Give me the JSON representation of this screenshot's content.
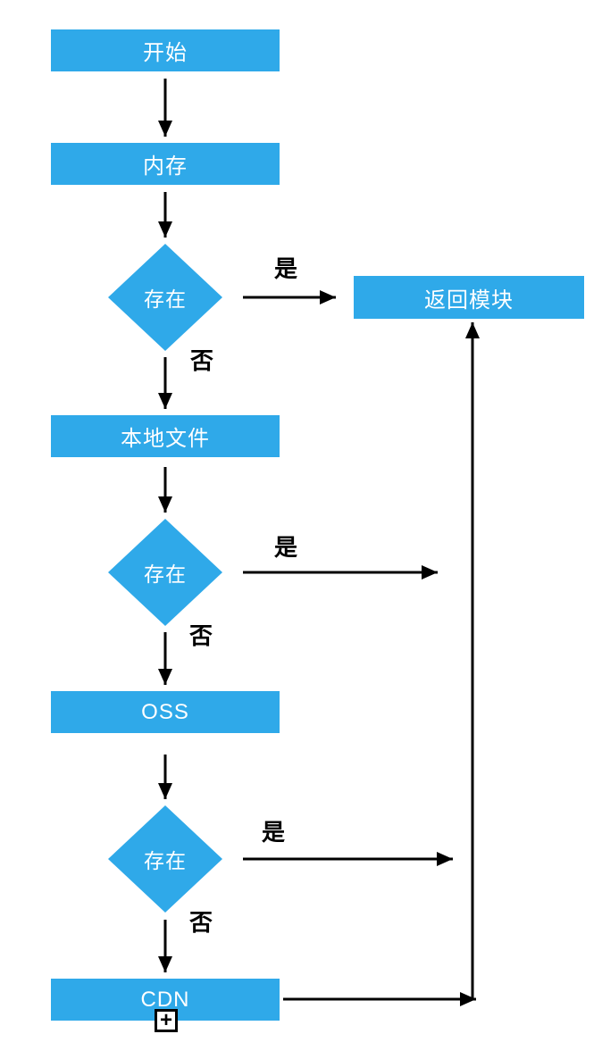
{
  "flowchart": {
    "colors": {
      "node_fill": "#2fa9e9",
      "node_text": "#ffffff",
      "edge_stroke": "#000000",
      "edge_label_text": "#000000",
      "background": "#ffffff"
    },
    "nodes": [
      {
        "id": "start",
        "type": "process",
        "label": "开始"
      },
      {
        "id": "memory",
        "type": "process",
        "label": "内存"
      },
      {
        "id": "exists-memory",
        "type": "decision",
        "label": "存在"
      },
      {
        "id": "local-file",
        "type": "process",
        "label": "本地文件"
      },
      {
        "id": "exists-local",
        "type": "decision",
        "label": "存在"
      },
      {
        "id": "oss",
        "type": "process",
        "label": "OSS"
      },
      {
        "id": "exists-oss",
        "type": "decision",
        "label": "存在"
      },
      {
        "id": "cdn",
        "type": "process",
        "label": "CDN"
      },
      {
        "id": "return-module",
        "type": "process",
        "label": "返回模块"
      }
    ],
    "edges": [
      {
        "from": "start",
        "to": "memory",
        "label": ""
      },
      {
        "from": "memory",
        "to": "exists-memory",
        "label": ""
      },
      {
        "from": "exists-memory",
        "to": "return-module",
        "label": "是"
      },
      {
        "from": "exists-memory",
        "to": "local-file",
        "label": "否"
      },
      {
        "from": "local-file",
        "to": "exists-local",
        "label": ""
      },
      {
        "from": "exists-local",
        "to": "return-module",
        "label": "是"
      },
      {
        "from": "exists-local",
        "to": "oss",
        "label": "否"
      },
      {
        "from": "oss",
        "to": "exists-oss",
        "label": ""
      },
      {
        "from": "exists-oss",
        "to": "return-module",
        "label": "是"
      },
      {
        "from": "exists-oss",
        "to": "cdn",
        "label": "否"
      },
      {
        "from": "cdn",
        "to": "return-module",
        "label": ""
      }
    ],
    "icons": {
      "plus_cursor": "+"
    }
  }
}
